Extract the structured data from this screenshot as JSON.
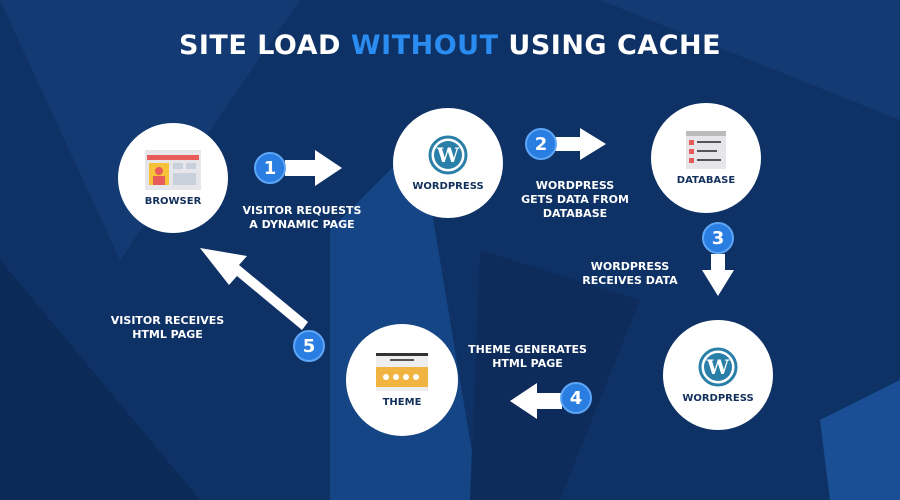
{
  "title": {
    "part1": "SITE LOAD ",
    "highlight": "WITHOUT",
    "part2": " USING CACHE"
  },
  "colors": {
    "background": "#0f3266",
    "accent": "#2a8cf0",
    "badge": "#2a7de1",
    "node": "#ffffff",
    "node_text": "#13305c"
  },
  "nodes": {
    "browser": {
      "label": "BROWSER",
      "icon": "browser-window-icon"
    },
    "wordpress1": {
      "label": "WORDPRESS",
      "icon": "wordpress-logo-icon"
    },
    "database": {
      "label": "DATABASE",
      "icon": "database-list-icon"
    },
    "wordpress2": {
      "label": "WORDPRESS",
      "icon": "wordpress-logo-icon"
    },
    "theme": {
      "label": "THEME",
      "icon": "webpage-theme-icon"
    }
  },
  "steps": [
    {
      "num": "1",
      "caption": [
        "VISITOR REQUESTS",
        "A DYNAMIC PAGE"
      ]
    },
    {
      "num": "2",
      "caption": [
        "WORDPRESS",
        "GETS DATA FROM",
        "DATABASE"
      ]
    },
    {
      "num": "3",
      "caption": [
        "WORDPRESS",
        "RECEIVES DATA"
      ]
    },
    {
      "num": "4",
      "caption": [
        "THEME GENERATES",
        "HTML PAGE"
      ]
    },
    {
      "num": "5",
      "caption": [
        "VISITOR RECEIVES",
        "HTML PAGE"
      ]
    }
  ]
}
